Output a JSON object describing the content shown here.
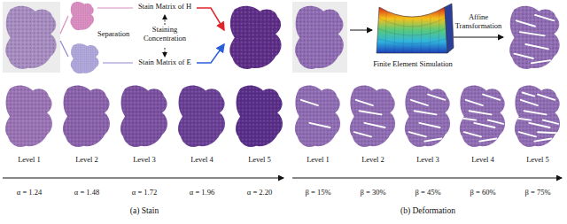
{
  "diagram": {
    "nodes": [
      {
        "text": [
          "Level 1"
        ]
      },
      {
        "text": [
          "Level 2"
        ]
      },
      {
        "text": [
          "Level 3"
        ]
      },
      {
        "text": [
          "Level 4"
        ]
      },
      {
        "text": [
          "Level 5"
        ]
      },
      {
        "text": [
          "Finite Element Simulation"
        ]
      },
      {
        "text": [
          "Level 1"
        ]
      },
      {
        "text": [
          "Level 2"
        ]
      },
      {
        "text": [
          "Level 3"
        ]
      },
      {
        "text": [
          "Level 4"
        ]
      },
      {
        "text": [
          "Level 5"
        ]
      }
    ],
    "labels": [
      "Separation",
      "Stain Matrix of H",
      "Staining Concentration",
      "Stain Matrix of E",
      "α = 1.24",
      "α = 1.48",
      "α = 1.72",
      "α = 1.96",
      "α = 2.20",
      "(a) Stain",
      "Affine Transformation",
      "β = 15%",
      "β = 30%",
      "β = 45%",
      "β = 60%",
      "β = 75%",
      "(b) Deformation"
    ]
  }
}
